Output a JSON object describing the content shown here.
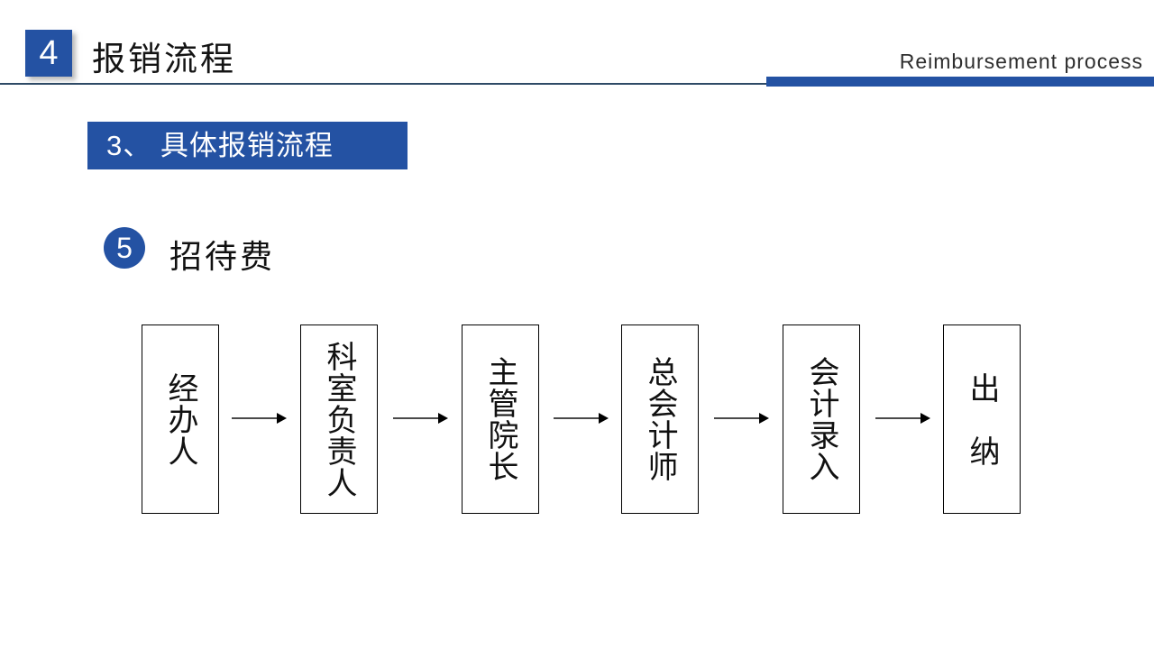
{
  "colors": {
    "accent_blue": "#2452A3",
    "divider_dark": "#2E4A66",
    "text_dark": "#141414",
    "white": "#ffffff"
  },
  "header": {
    "chapter_number": "4",
    "title": "报销流程",
    "subtitle_en": "Reimbursement process"
  },
  "section": {
    "heading": "3、 具体报销流程"
  },
  "item": {
    "number": "5",
    "label": "招待费"
  },
  "flowchart": {
    "steps": [
      {
        "label": "经办人"
      },
      {
        "label": "科室负责人"
      },
      {
        "label": "主管院长"
      },
      {
        "label": "总会计师"
      },
      {
        "label": "会计录入"
      },
      {
        "label": "出　纳"
      }
    ]
  }
}
